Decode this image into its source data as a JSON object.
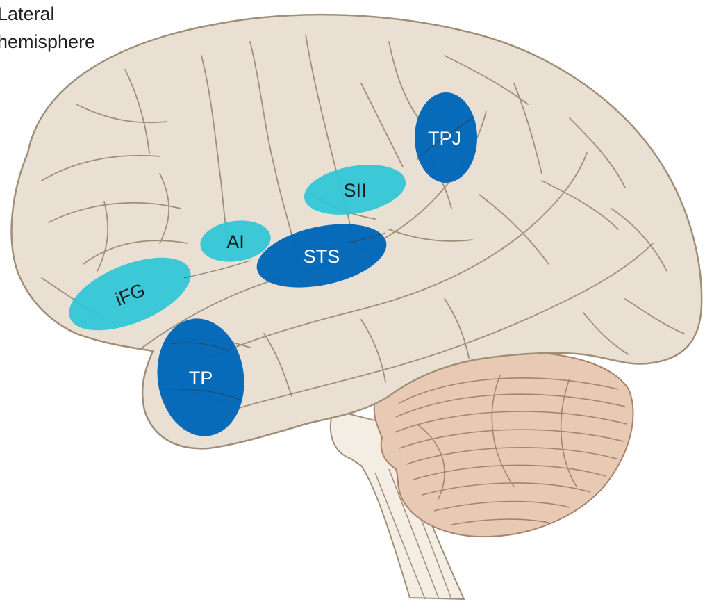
{
  "caption": {
    "line1": "Lateral",
    "line2": "hemisphere"
  },
  "colors": {
    "cortex_fill": "#e9e0d3",
    "cortex_stroke": "#a08f77",
    "cerebellum_fill": "#e8c9b3",
    "cerebellum_stroke": "#a8826a",
    "brainstem_fill": "#f4ede3",
    "region_dark": "#0067b8",
    "region_light": "#2dc6d6",
    "label_on_dark": "#ffffff",
    "label_on_light": "#1a1a1a"
  },
  "regions": [
    {
      "id": "ifg",
      "label": "iFG",
      "shade": "light"
    },
    {
      "id": "ai",
      "label": "AI",
      "shade": "light"
    },
    {
      "id": "sii",
      "label": "SII",
      "shade": "light"
    },
    {
      "id": "sts",
      "label": "STS",
      "shade": "dark"
    },
    {
      "id": "tpj",
      "label": "TPJ",
      "shade": "dark"
    },
    {
      "id": "tp",
      "label": "TP",
      "shade": "dark"
    }
  ]
}
